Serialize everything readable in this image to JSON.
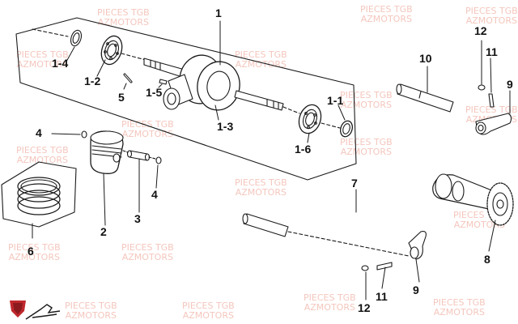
{
  "watermark": {
    "line1": "PIECES TGB",
    "line2": "AZMOTORS"
  },
  "callouts": {
    "c1": "1",
    "c1_1": "1-1",
    "c1_2": "1-2",
    "c1_3": "1-3",
    "c1_4": "1-4",
    "c1_5": "1-5",
    "c1_6": "1-6",
    "c2": "2",
    "c3": "3",
    "c4a": "4",
    "c4b": "4",
    "c5": "5",
    "c6": "6",
    "c7": "7",
    "c8": "8",
    "c9a": "9",
    "c9b": "9",
    "c10": "10",
    "c11a": "11",
    "c11b": "11",
    "c12a": "12",
    "c12b": "12"
  },
  "colors": {
    "line": "#1a1a1a",
    "watermark": "#f4c6bd",
    "logo": "#c0282d"
  },
  "icons": {
    "logo": "az-motors-shield-logo"
  }
}
